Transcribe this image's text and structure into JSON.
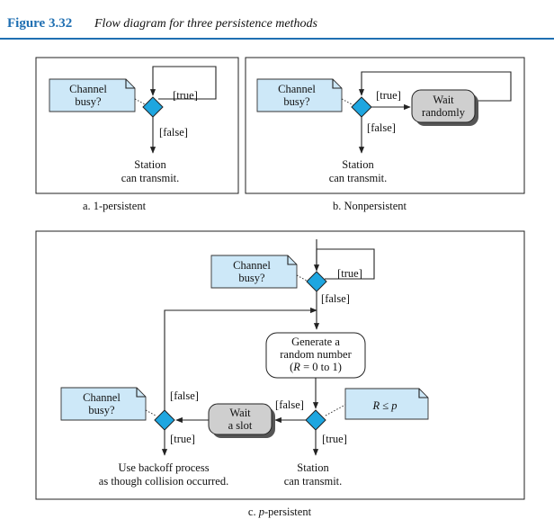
{
  "figure": {
    "number": "Figure 3.32",
    "title": "Flow diagram for three persistence methods"
  },
  "colors": {
    "title_rule": "#1f6fb2",
    "note_fill": "#cde8f8",
    "diamond_fill": "#1ea6e0",
    "wait_fill": "#cfcfcf"
  },
  "panel_a": {
    "caption": "a. 1-persistent",
    "note_line1": "Channel",
    "note_line2": "busy?",
    "label_true": "[true]",
    "label_false": "[false]",
    "result_line1": "Station",
    "result_line2": "can transmit."
  },
  "panel_b": {
    "caption": "b. Nonpersistent",
    "note_line1": "Channel",
    "note_line2": "busy?",
    "label_true": "[true]",
    "label_false": "[false]",
    "wait_line1": "Wait",
    "wait_line2": "randomly",
    "result_line1": "Station",
    "result_line2": "can transmit."
  },
  "panel_c": {
    "caption_prefix": "c. ",
    "caption_p": "p",
    "caption_suffix": "-persistent",
    "top_note_line1": "Channel",
    "top_note_line2": "busy?",
    "top_true": "[true]",
    "top_false": "[false]",
    "gen_line1": "Generate a",
    "gen_line2": "random number",
    "gen_line3_R": "R",
    "gen_line3_rest": " = 0 to 1)",
    "rp_R": "R",
    "rp_sym": " ≤ ",
    "rp_p": "p",
    "rp_false": "[false]",
    "rp_true": "[true]",
    "wait_line1": "Wait",
    "wait_line2": "a slot",
    "left_note_line1": "Channel",
    "left_note_line2": "busy?",
    "left_false": "[false]",
    "left_true": "[true]",
    "backoff_line1": "Use backoff process",
    "backoff_line2": "as though collision occurred.",
    "result_line1": "Station",
    "result_line2": "can transmit."
  }
}
